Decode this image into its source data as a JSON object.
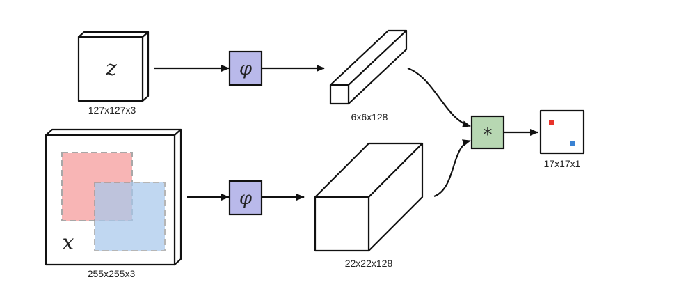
{
  "colors": {
    "phi_box": "#b9b9ea",
    "conv_box": "#b7d7b2",
    "exemplar_region": "#f7a9a9",
    "search_region": "#a9c9ec",
    "score_red": "#e8322a",
    "score_blue": "#3a82d3"
  },
  "exemplar": {
    "symbol": "z",
    "size_label": "127x127x3"
  },
  "search": {
    "symbol": "x",
    "size_label": "255x255x3"
  },
  "embedding": {
    "symbol": "φ"
  },
  "exemplar_feature": {
    "size_label": "6x6x128"
  },
  "search_feature": {
    "size_label": "22x22x128"
  },
  "cross_correlation": {
    "symbol": "*"
  },
  "score_map": {
    "size_label": "17x17x1"
  }
}
